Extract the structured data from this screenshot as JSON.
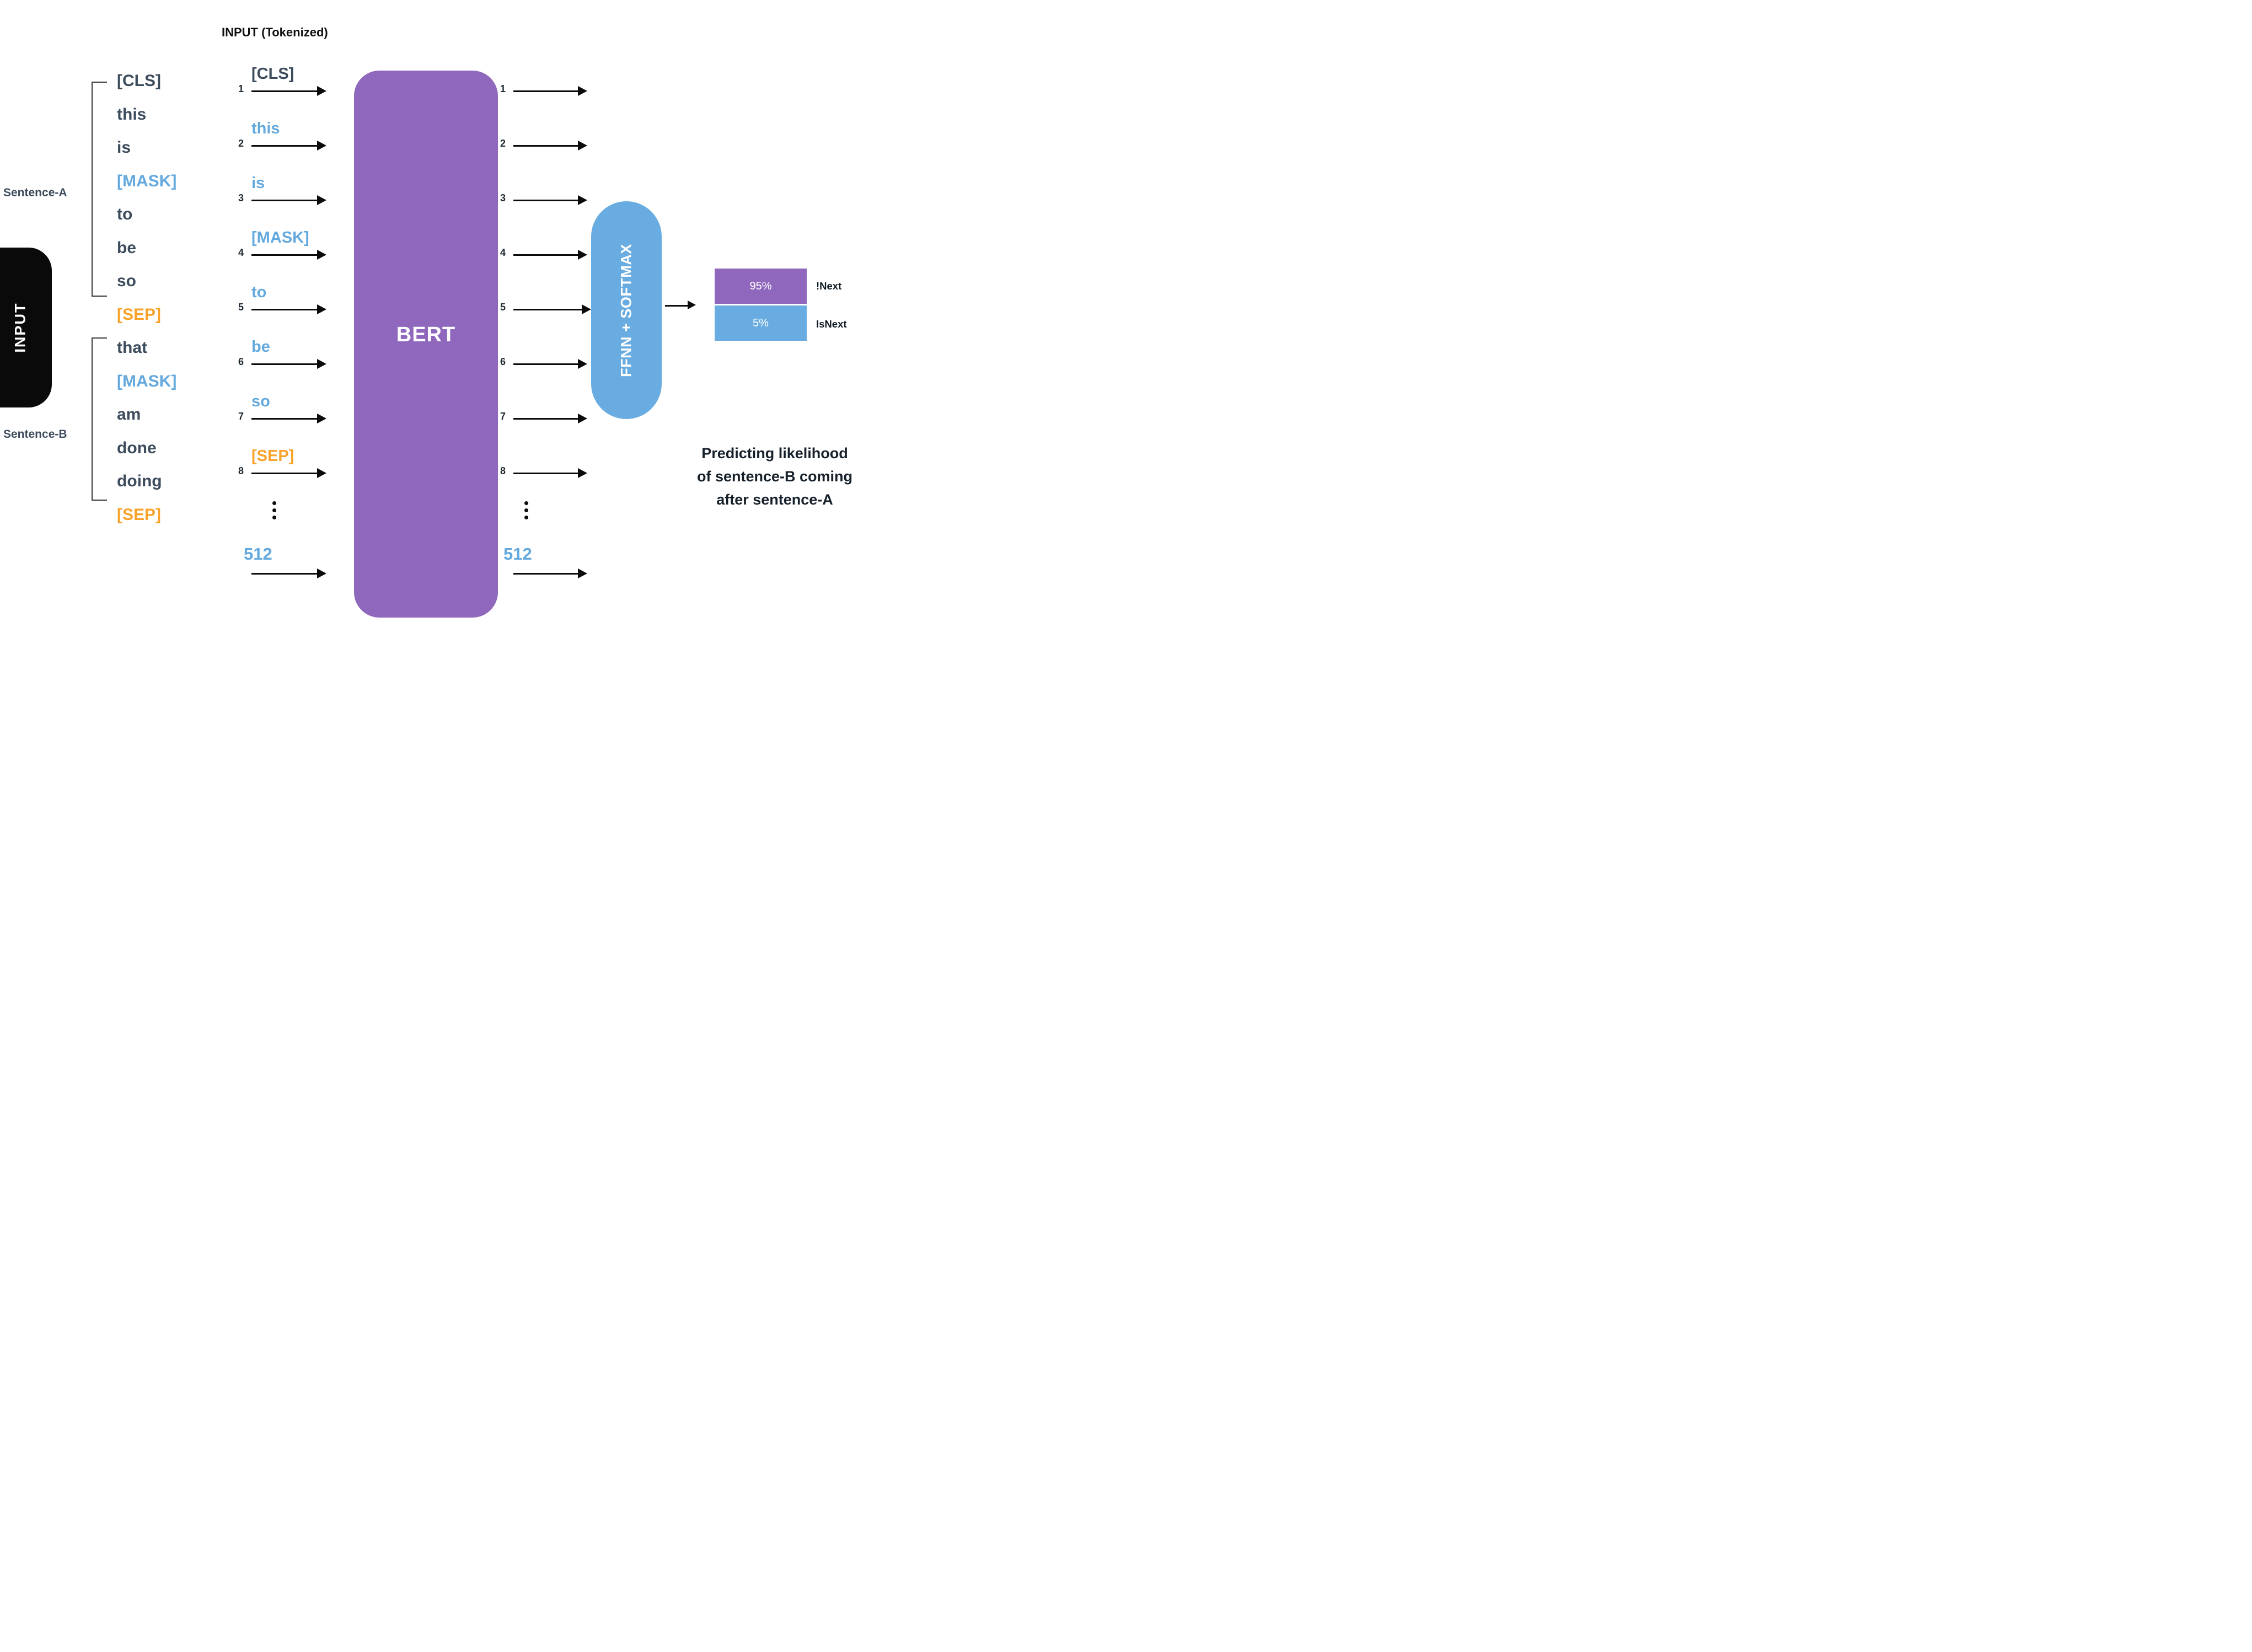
{
  "title": "INPUT (Tokenized)",
  "colors": {
    "dark_text": "#3d4c5c",
    "token_blue": "#64a9de",
    "token_orange": "#f9a32b",
    "bert_purple": "#8f68bd",
    "ffnn_blue": "#68ace1",
    "arrow_black": "#0b0b0b"
  },
  "input_block": {
    "label": "INPUT"
  },
  "sentence_a": {
    "label": "Sentence-A"
  },
  "sentence_b": {
    "label": "Sentence-B"
  },
  "input_tokens": [
    {
      "text": "[CLS]",
      "type": "special"
    },
    {
      "text": "this",
      "type": "word"
    },
    {
      "text": "is",
      "type": "word"
    },
    {
      "text": "[MASK]",
      "type": "mask"
    },
    {
      "text": "to",
      "type": "word"
    },
    {
      "text": "be",
      "type": "word"
    },
    {
      "text": "so",
      "type": "word"
    },
    {
      "text": "[SEP]",
      "type": "sep"
    },
    {
      "text": "that",
      "type": "word"
    },
    {
      "text": "[MASK]",
      "type": "mask"
    },
    {
      "text": "am",
      "type": "word"
    },
    {
      "text": "done",
      "type": "word"
    },
    {
      "text": "doing",
      "type": "word"
    },
    {
      "text": "[SEP]",
      "type": "sep"
    }
  ],
  "tokenized_rows": [
    {
      "index": "1",
      "token": "[CLS]"
    },
    {
      "index": "2",
      "token": "this"
    },
    {
      "index": "3",
      "token": "is"
    },
    {
      "index": "4",
      "token": "[MASK]"
    },
    {
      "index": "5",
      "token": "to"
    },
    {
      "index": "6",
      "token": "be"
    },
    {
      "index": "7",
      "token": "so"
    },
    {
      "index": "8",
      "token": "[SEP]"
    }
  ],
  "max_position": "512",
  "bert": {
    "label": "BERT"
  },
  "output_rows": [
    {
      "index": "1"
    },
    {
      "index": "2"
    },
    {
      "index": "3"
    },
    {
      "index": "4"
    },
    {
      "index": "5"
    },
    {
      "index": "6"
    },
    {
      "index": "7"
    },
    {
      "index": "8"
    }
  ],
  "output_max_position": "512",
  "ffnn": {
    "label": "FFNN + SOFTMAX"
  },
  "prediction": {
    "type": "bar",
    "segments": [
      {
        "value": "95%",
        "label": "!Next",
        "color": "#8f68bd"
      },
      {
        "value": "5%",
        "label": "IsNext",
        "color": "#68ace1"
      }
    ]
  },
  "caption": {
    "line1": "Predicting likelihood",
    "line2": "of sentence-B coming",
    "line3": "after sentence-A"
  }
}
